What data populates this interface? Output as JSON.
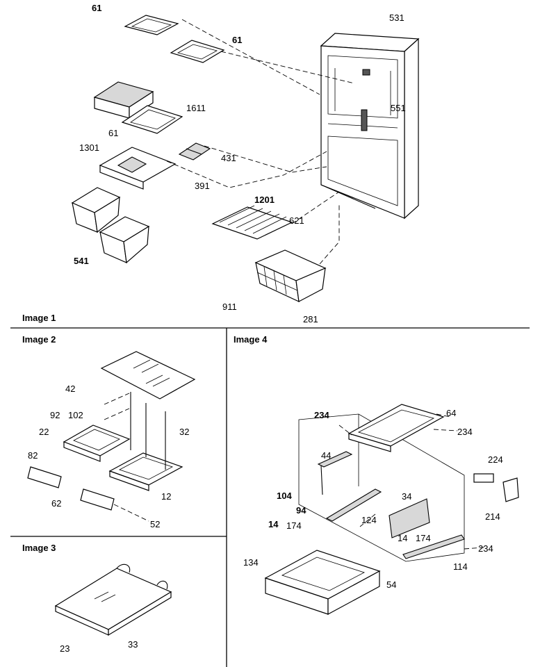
{
  "panels": [
    {
      "title": "Image 1"
    },
    {
      "title": "Image 2"
    },
    {
      "title": "Image 3"
    },
    {
      "title": "Image 4"
    }
  ],
  "image1": {
    "labels": [
      "61",
      "61",
      "531",
      "551",
      "1611",
      "61",
      "1301",
      "431",
      "391",
      "1201",
      "621",
      "541",
      "911",
      "281"
    ]
  },
  "image2": {
    "labels": [
      "42",
      "92",
      "102",
      "22",
      "32",
      "82",
      "62",
      "12",
      "52"
    ]
  },
  "image3": {
    "labels": [
      "23",
      "33"
    ]
  },
  "image4": {
    "labels": [
      "234",
      "64",
      "234",
      "44",
      "224",
      "104",
      "94",
      "124",
      "34",
      "214",
      "14",
      "174",
      "14",
      "174",
      "234",
      "134",
      "114",
      "54"
    ]
  }
}
